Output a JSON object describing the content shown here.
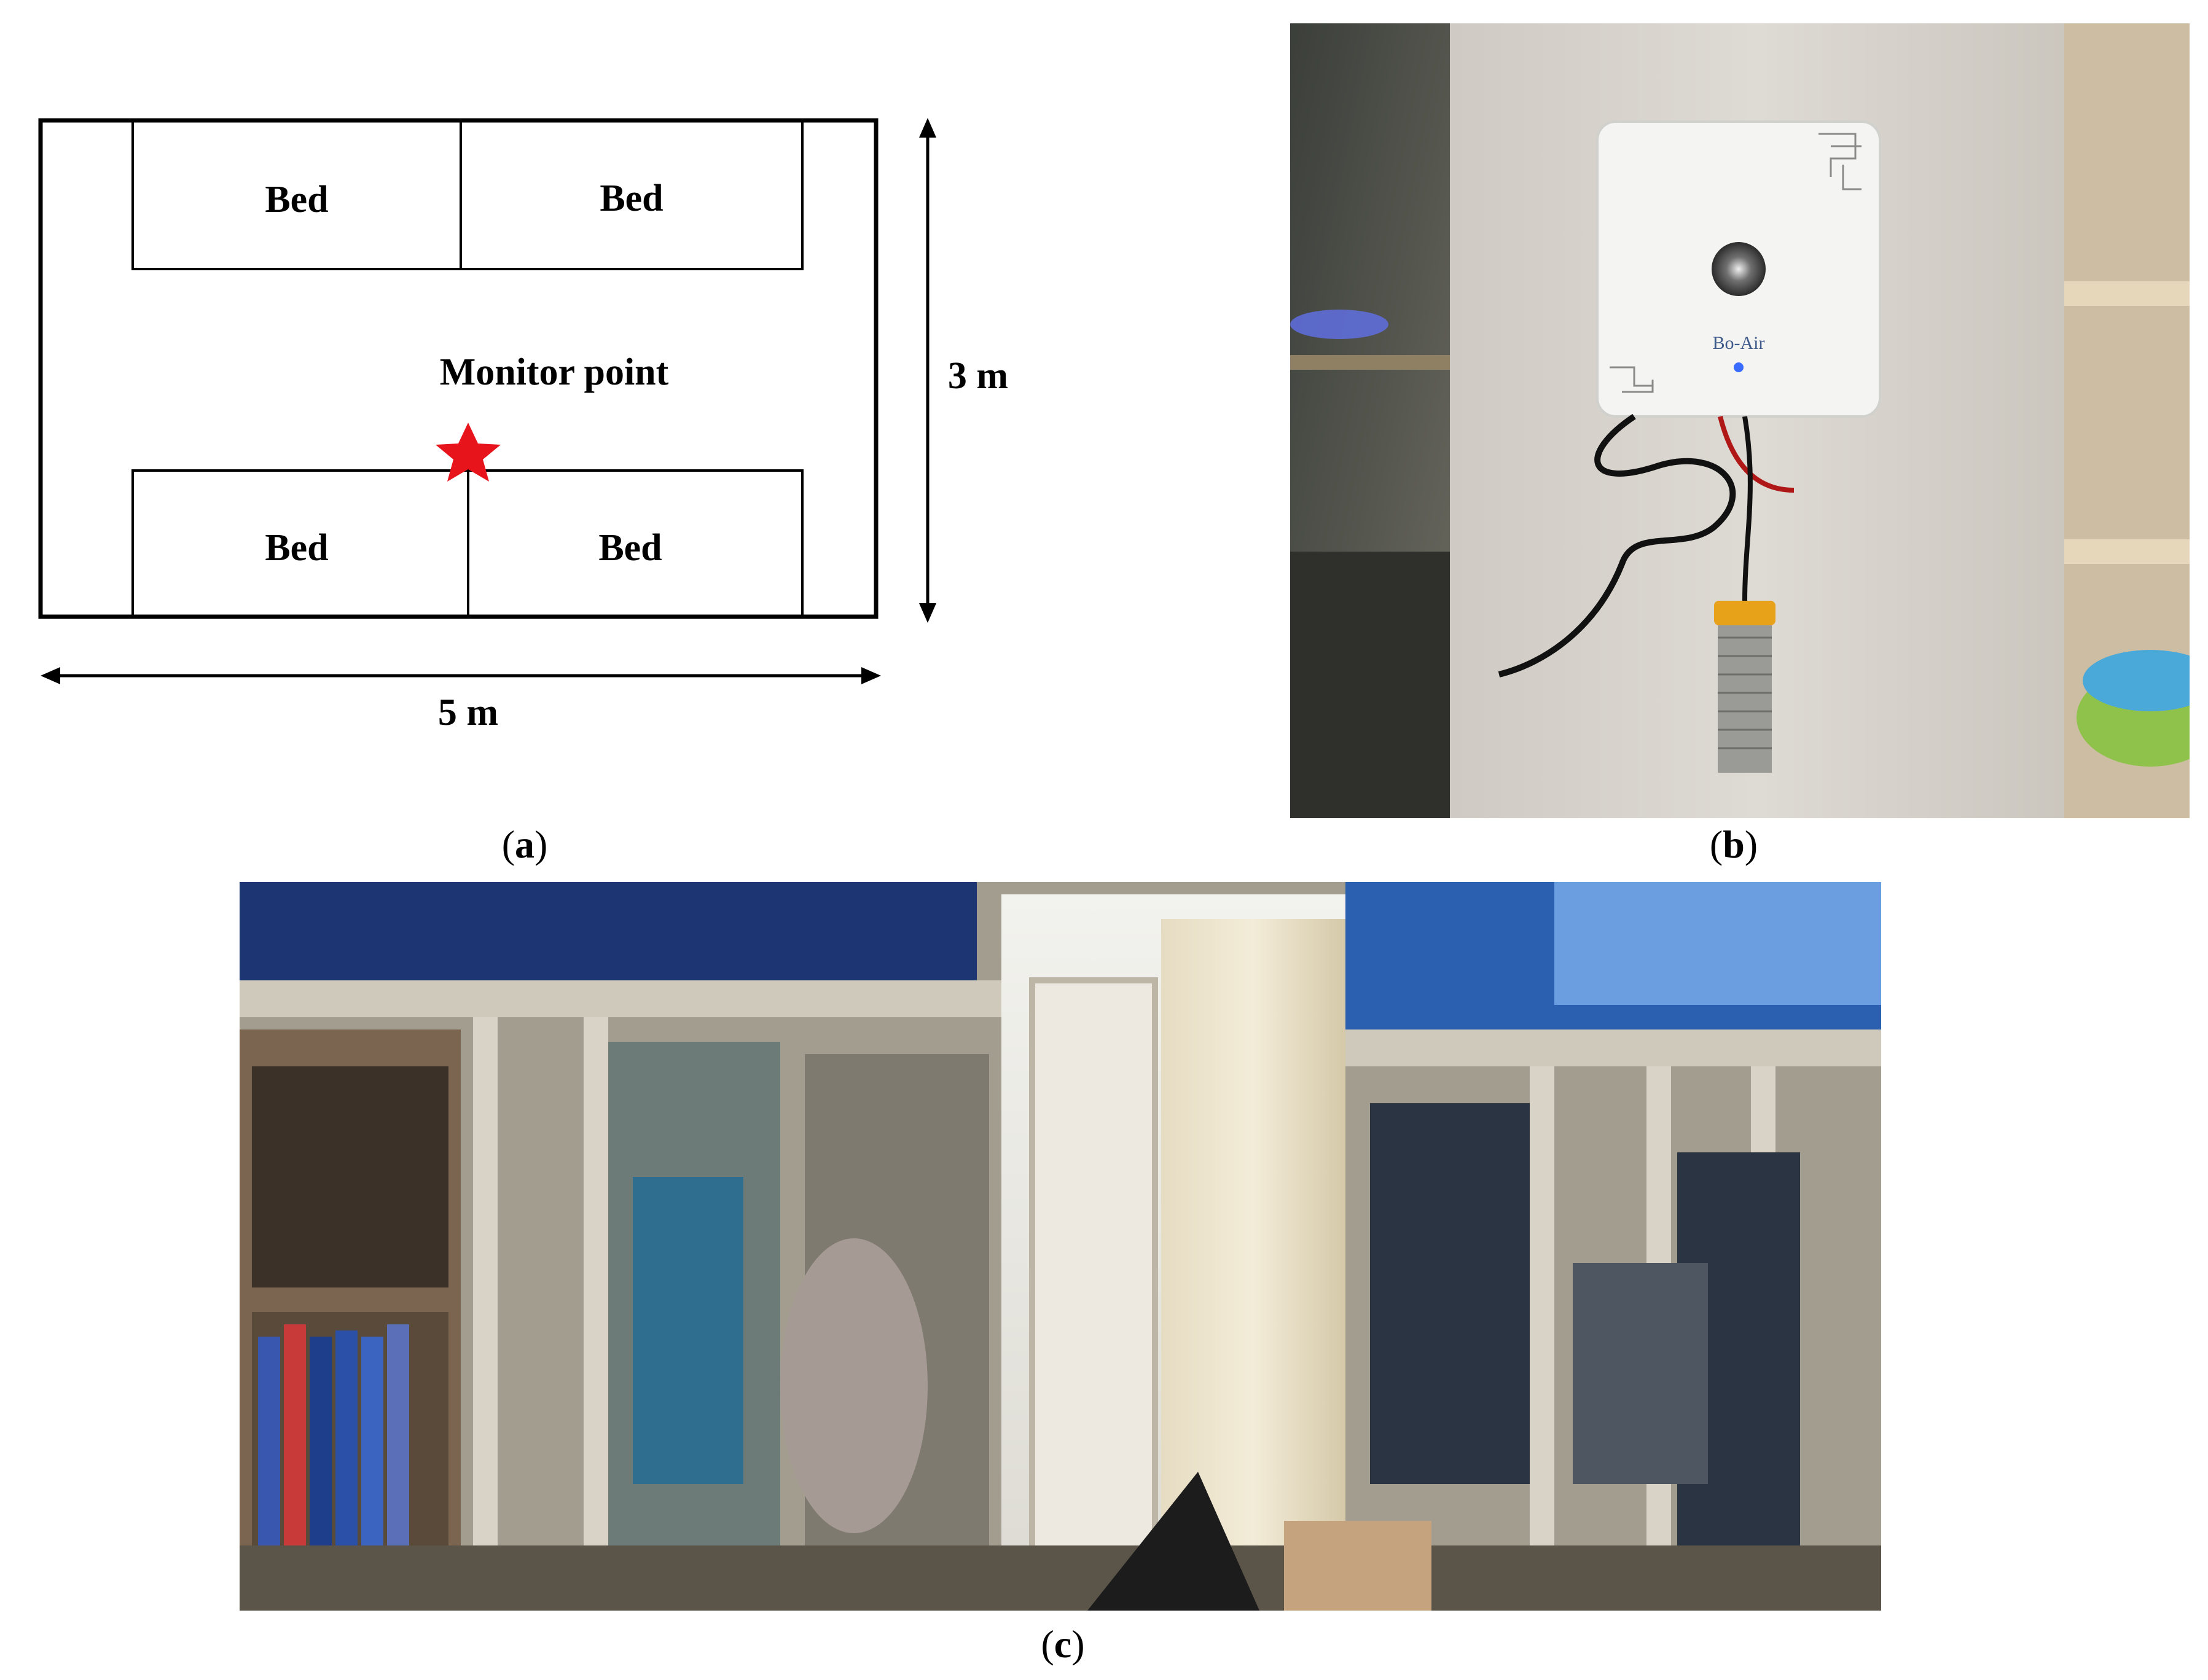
{
  "panel_a": {
    "beds": [
      "Bed",
      "Bed",
      "Bed",
      "Bed"
    ],
    "monitor_label": "Monitor point",
    "width_label": "5 m",
    "height_label": "3 m",
    "marker_color": "#e8141c"
  },
  "panel_b": {
    "device_brand": "Bo-Air"
  },
  "captions": {
    "a": "a",
    "b": "b",
    "c": "c"
  }
}
